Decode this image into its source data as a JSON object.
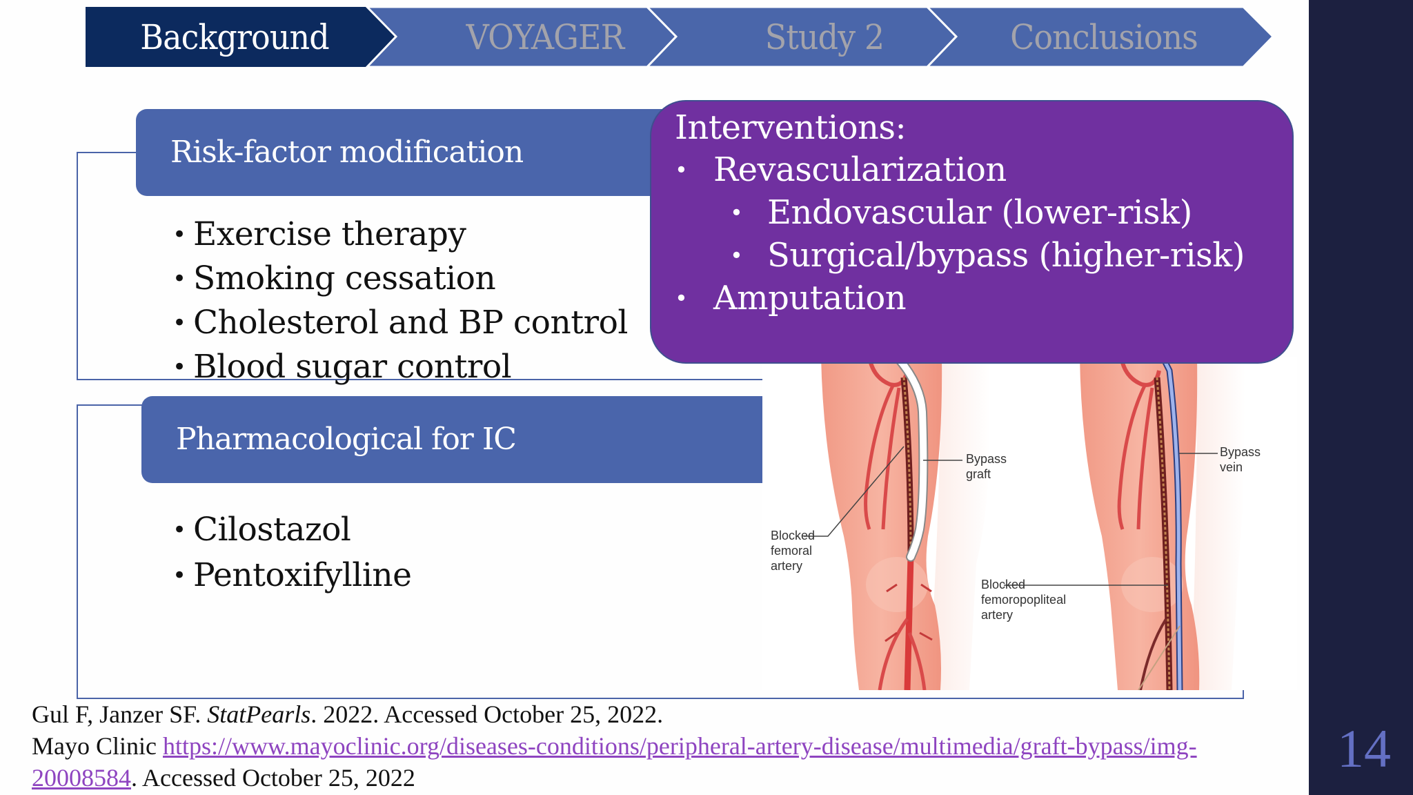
{
  "nav": {
    "tabs": [
      {
        "label": "Background",
        "active": true
      },
      {
        "label": "VOYAGER",
        "active": false
      },
      {
        "label": "Study 2",
        "active": false
      },
      {
        "label": "Conclusions",
        "active": false
      }
    ],
    "colors": {
      "active": "#0c2a5e",
      "inactive": "#4a66aa"
    }
  },
  "risk_factor": {
    "header": "Risk-factor modification",
    "items": [
      "Exercise therapy",
      "Smoking cessation",
      "Cholesterol and BP control",
      "Blood sugar control"
    ]
  },
  "pharmacological": {
    "header": "Pharmacological for IC",
    "items": [
      "Cilostazol",
      "Pentoxifylline"
    ]
  },
  "interventions": {
    "title": "Interventions:",
    "items": [
      {
        "level": 1,
        "text": "Revascularization"
      },
      {
        "level": 2,
        "text": "Endovascular (lower-risk)"
      },
      {
        "level": 2,
        "text": "Surgical/bypass (higher-risk)"
      },
      {
        "level": 1,
        "text": "Amputation"
      }
    ],
    "color": "#7030a0"
  },
  "diagram": {
    "labels": {
      "bypass_graft": "Bypass\ngraft",
      "blocked_femoral": "Blocked\nfemoral\nartery",
      "bypass_vein": "Bypass\nvein",
      "blocked_femoropopliteal": "Blocked\nfemoropopliteal\nartery"
    }
  },
  "references": {
    "ref1_prefix": "Gul F, Janzer SF. ",
    "ref1_italic": "StatPearls",
    "ref1_suffix": ". 2022. Accessed October 25, 2022.",
    "ref2_prefix": "Mayo Clinic ",
    "ref2_link_line1": "https://www.mayoclinic.org/diseases-conditions/peripheral-artery-disease/multimedia/graft-bypass/img-",
    "ref2_link_line2": "20008584",
    "ref2_suffix": ". Accessed October 25, 2022"
  },
  "page_number": "14"
}
